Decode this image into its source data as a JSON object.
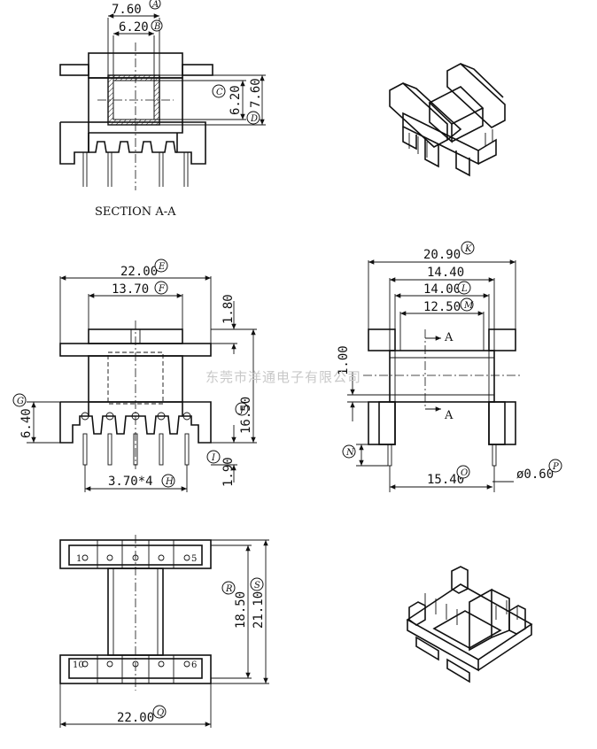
{
  "section_a": {
    "caption": "SECTION A-A",
    "dim_width_outer": "7.60",
    "dim_width_outer_tag": "A",
    "dim_width_inner": "6.20",
    "dim_width_inner_tag": "B",
    "dim_height_inner": "6.20",
    "dim_height_inner_tag": "C",
    "dim_height_outer": "7.60",
    "dim_height_outer_tag": "D"
  },
  "front_view": {
    "dim_total_width": "22.00",
    "dim_total_width_tag": "E",
    "dim_inner_width": "13.70",
    "dim_inner_width_tag": "F",
    "dim_top": "1.80",
    "dim_left_height": "6.40",
    "dim_left_height_tag": "G",
    "dim_height": "16.50",
    "dim_height_tag": "J",
    "dim_pin_len": "1.90",
    "dim_pin_len_tag": "I",
    "dim_pitch": "3.70*4",
    "dim_pitch_tag": "H"
  },
  "side_view": {
    "dim_total": "20.90",
    "dim_total_tag": "K",
    "dim_14_40": "14.40",
    "dim_14_00": "14.00",
    "dim_14_00_tag": "L",
    "dim_12_50": "12.50",
    "dim_12_50_tag": "M",
    "dim_1_00": "1.00",
    "dim_n_tag": "N",
    "dim_15_40": "15.40",
    "dim_15_40_tag": "O",
    "dim_pin_dia": "ø0.60",
    "dim_pin_dia_tag": "P",
    "section_mark": "A"
  },
  "bottom_view": {
    "dim_width": "22.00",
    "dim_width_tag": "Q",
    "dim_18_50": "18.50",
    "dim_18_50_tag": "R",
    "dim_21_10": "21.10",
    "dim_21_10_tag": "S",
    "pin_1": "1",
    "pin_5": "5",
    "pin_10": "10",
    "pin_6": "6"
  },
  "watermark": "东莞市洋通电子有限公司"
}
